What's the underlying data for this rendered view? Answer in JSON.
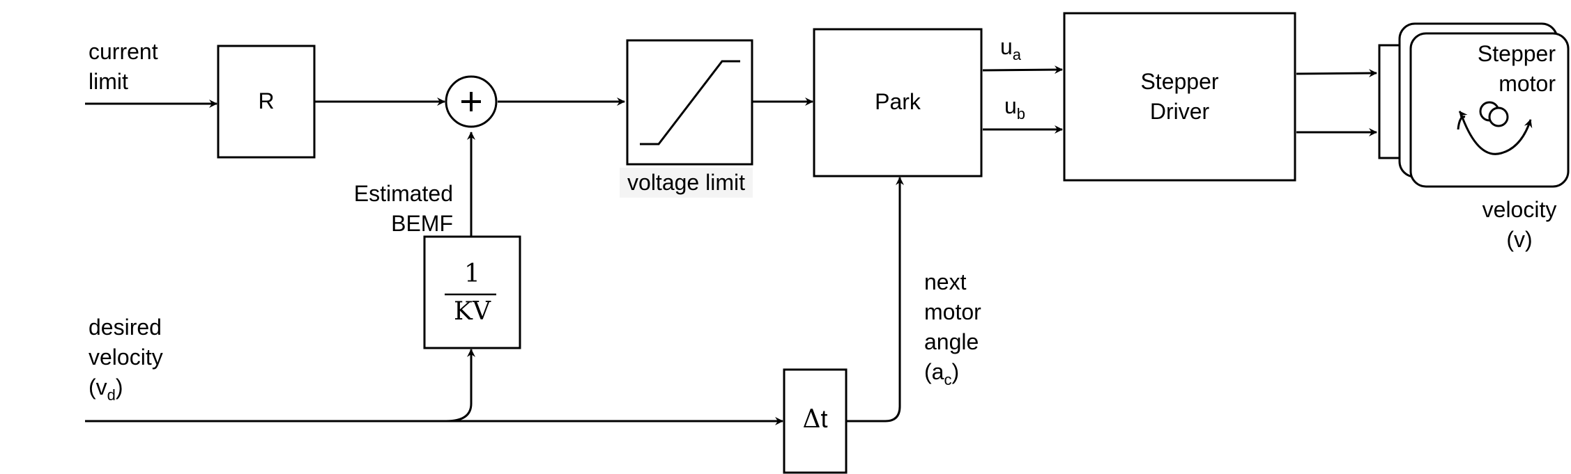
{
  "inputs": {
    "current_limit": [
      "current",
      "limit"
    ],
    "desired_velocity": [
      "desired",
      "velocity",
      "(v",
      "d",
      ")"
    ]
  },
  "blocks": {
    "resistance": "R",
    "sum": "+",
    "voltage_limit": "voltage limit",
    "park": "Park",
    "stepper_driver": [
      "Stepper",
      "Driver"
    ],
    "stepper_motor": [
      "Stepper",
      "motor"
    ],
    "inverse_kv": {
      "numerator": "1",
      "denominator": "KV"
    },
    "delta_t": {
      "symbol": "Δ",
      "var": "t"
    }
  },
  "signals": {
    "estimated_bemf": [
      "Estimated",
      "BEMF"
    ],
    "ua": {
      "base": "u",
      "sub": "a"
    },
    "ub": {
      "base": "u",
      "sub": "b"
    },
    "next_motor_angle": [
      "next",
      "motor",
      "angle",
      "(a",
      "c",
      ")"
    ],
    "velocity": [
      "velocity",
      "(v)"
    ]
  }
}
